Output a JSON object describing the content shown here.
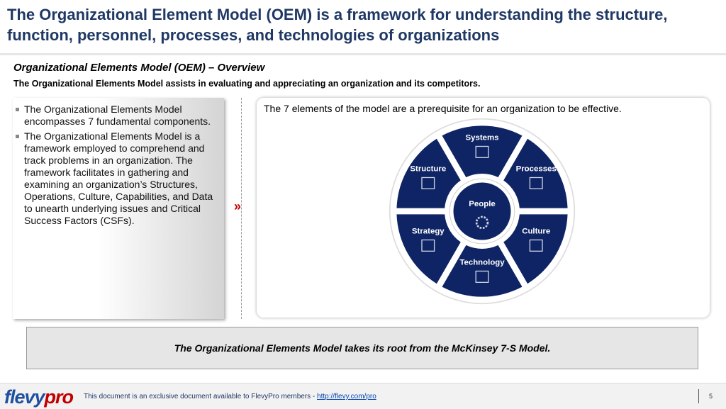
{
  "title": "The Organizational Element Model (OEM) is a framework for understanding the structure, function, personnel, processes, and technologies of organizations",
  "subtitle": "Organizational Elements Model (OEM) – Overview",
  "lead": "The Organizational Elements Model assists in evaluating and appreciating an organization and its competitors.",
  "bullets": [
    "The Organizational Elements Model encompasses 7 fundamental components.",
    "The Organizational Elements Model is a framework employed to comprehend and track problems in an organization.  The framework facilitates in gathering and examining an organization’s Structures, Operations, Culture, Capabilities, and Data to unearth underlying issues and Critical Success Factors (CSFs)."
  ],
  "right_text": "The 7 elements of the model are a prerequisite for an organization to be effective.",
  "wheel": {
    "center": "People",
    "segments": [
      "Systems",
      "Processes",
      "Culture",
      "Technology",
      "Strategy",
      "Structure"
    ],
    "color": "#0f2464"
  },
  "note": "The Organizational Elements Model takes its root from the McKinsey 7-S Model.",
  "footer": {
    "logo_a": "flevy",
    "logo_b": "pro",
    "text": "This document is an exclusive document available to FlevyPro members - ",
    "link": "http://flevy.com/pro",
    "page": "5"
  }
}
